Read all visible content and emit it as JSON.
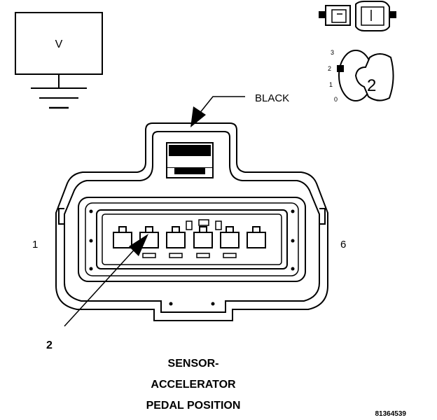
{
  "meter": {
    "label": "V"
  },
  "selector": {
    "positions": [
      "3",
      "2",
      "1",
      "0"
    ],
    "selected": "2"
  },
  "connector": {
    "color_label": "BLACK",
    "pin_first": "1",
    "pin_last": "6",
    "pointer_label": "2"
  },
  "caption": {
    "line1": "SENSOR-",
    "line2": "ACCELERATOR",
    "line3": "PEDAL POSITION"
  },
  "figure_id": "81364539"
}
